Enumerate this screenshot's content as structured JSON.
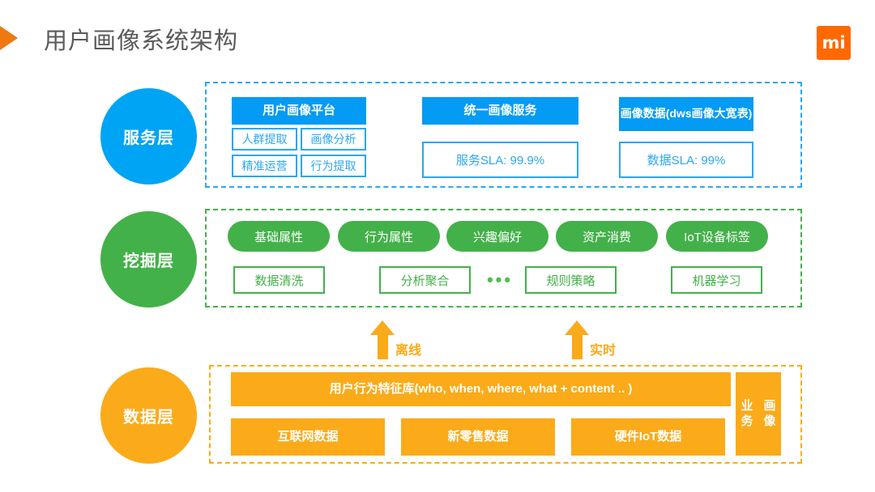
{
  "header": {
    "title": "用户画像系统架构",
    "logo_text": "mi",
    "arrow_icon": "triangle-right-icon"
  },
  "colors": {
    "blue": "#039BF4",
    "blue_border": "#2BA6F5",
    "green": "#43B149",
    "orange": "#FBAA19",
    "logo_orange": "#FF6900",
    "title_gray": "#5A5A5A"
  },
  "layers": {
    "service": {
      "circle_label": "服务层",
      "groups": [
        {
          "head": "用户画像平台",
          "cells": [
            "人群提取",
            "画像分析",
            "精准运营",
            "行为提取"
          ]
        },
        {
          "head": "统一画像服务",
          "sla": "服务SLA: 99.9%"
        },
        {
          "head": "画像数据\n(dws画像大宽表)",
          "head_line1": "画像数据",
          "head_line2": "(dws画像大宽表)",
          "sla": "数据SLA: 99%"
        }
      ]
    },
    "mining": {
      "circle_label": "挖掘层",
      "pills": [
        "基础属性",
        "行为属性",
        "兴趣偏好",
        "资产消费",
        "IoT设备标签"
      ],
      "methods": [
        "数据清洗",
        "分析聚合",
        "规则策略",
        "机器学习"
      ],
      "ellipsis": "•••"
    },
    "data": {
      "circle_label": "数据层",
      "feature_store": "用户行为特征库(who, when, where, what + content .. )",
      "sources": [
        "互联网数据",
        "新零售数据",
        "硬件IoT数据"
      ],
      "side_box_line1": "业务",
      "side_box_line2": "画像"
    }
  },
  "flows": [
    {
      "label": "离线",
      "icon": "arrow-up-icon"
    },
    {
      "label": "实时",
      "icon": "arrow-up-icon"
    }
  ]
}
